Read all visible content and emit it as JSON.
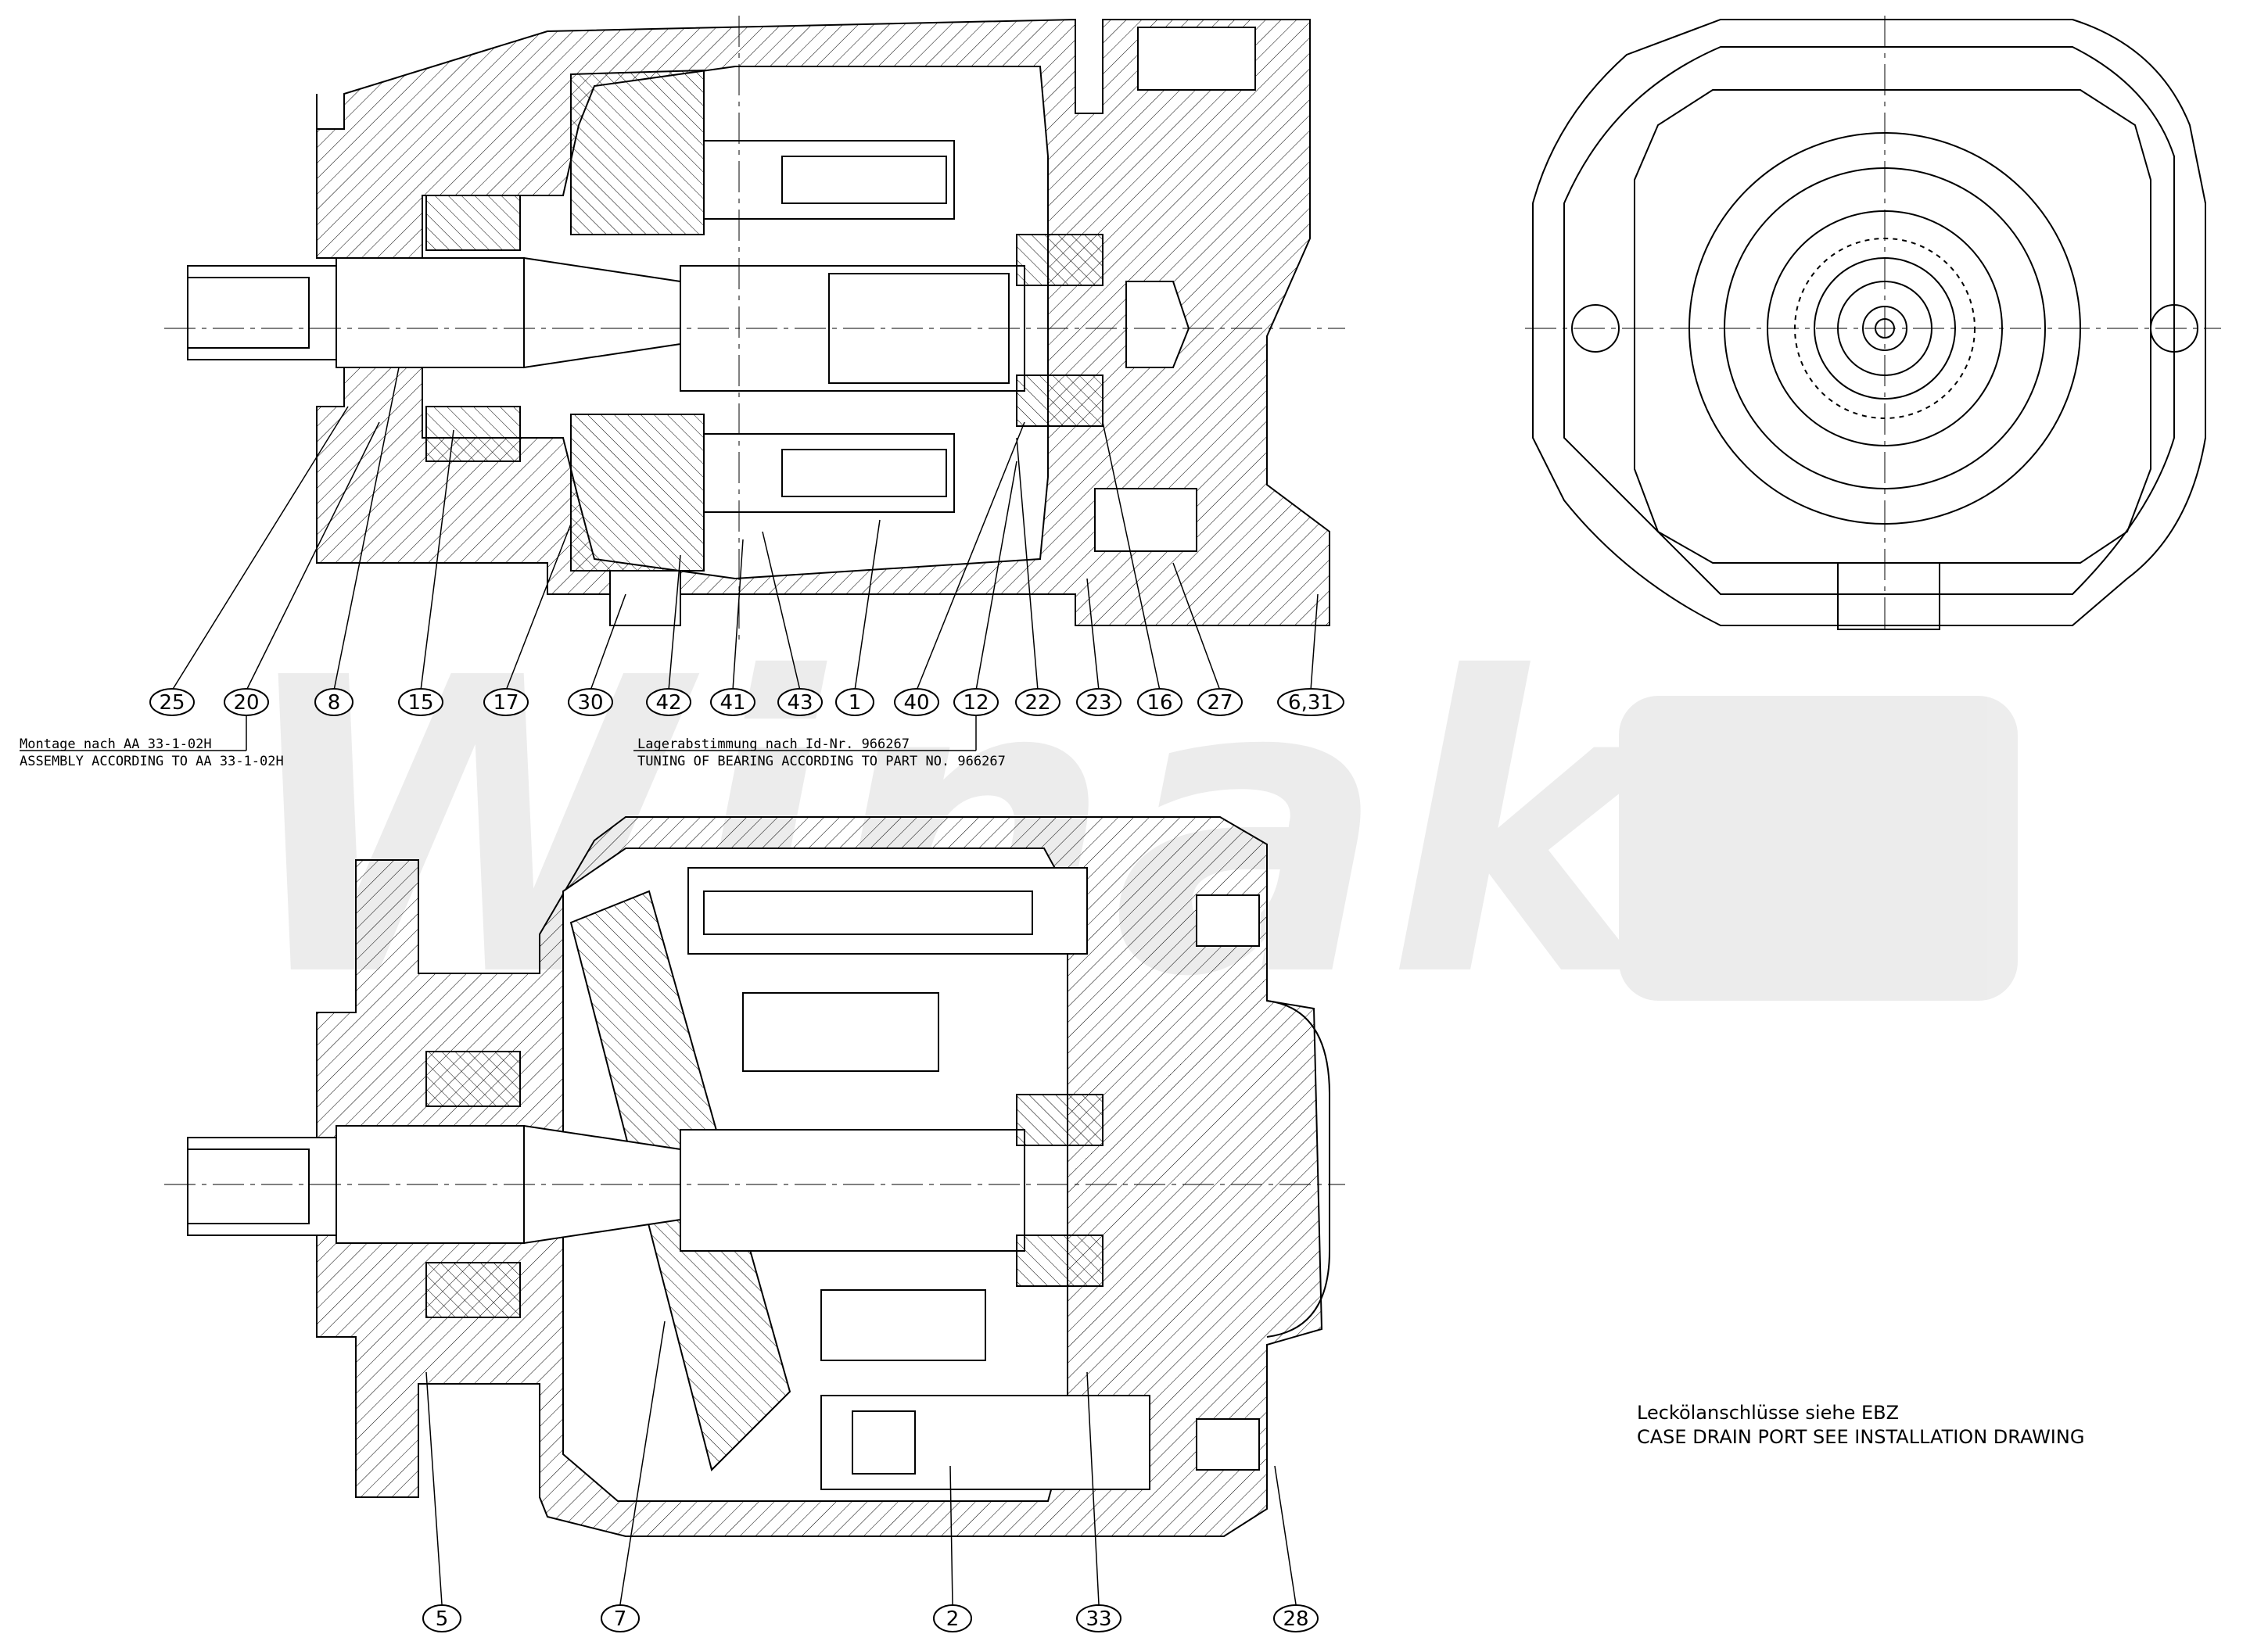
{
  "watermark": "Winako",
  "notes": {
    "assembly_de": "Montage nach AA 33-1-02H",
    "assembly_en": "ASSEMBLY ACCORDING TO AA 33-1-02H",
    "bearing_de": "Lagerabstimmung nach Id-Nr. 966267",
    "bearing_en": "TUNING OF BEARING ACCORDING TO PART NO. 966267",
    "drain_de": "Lecköl­anschlüsse siehe EBZ",
    "drain_en": "CASE DRAIN PORT SEE INSTALLATION DRAWING"
  },
  "callouts_top": [
    "25",
    "20",
    "8",
    "15",
    "17",
    "30",
    "42",
    "41",
    "43",
    "1",
    "40",
    "12",
    "22",
    "23",
    "16",
    "27",
    "6,31"
  ],
  "callouts_bottom": [
    "5",
    "7",
    "2",
    "33",
    "28"
  ]
}
